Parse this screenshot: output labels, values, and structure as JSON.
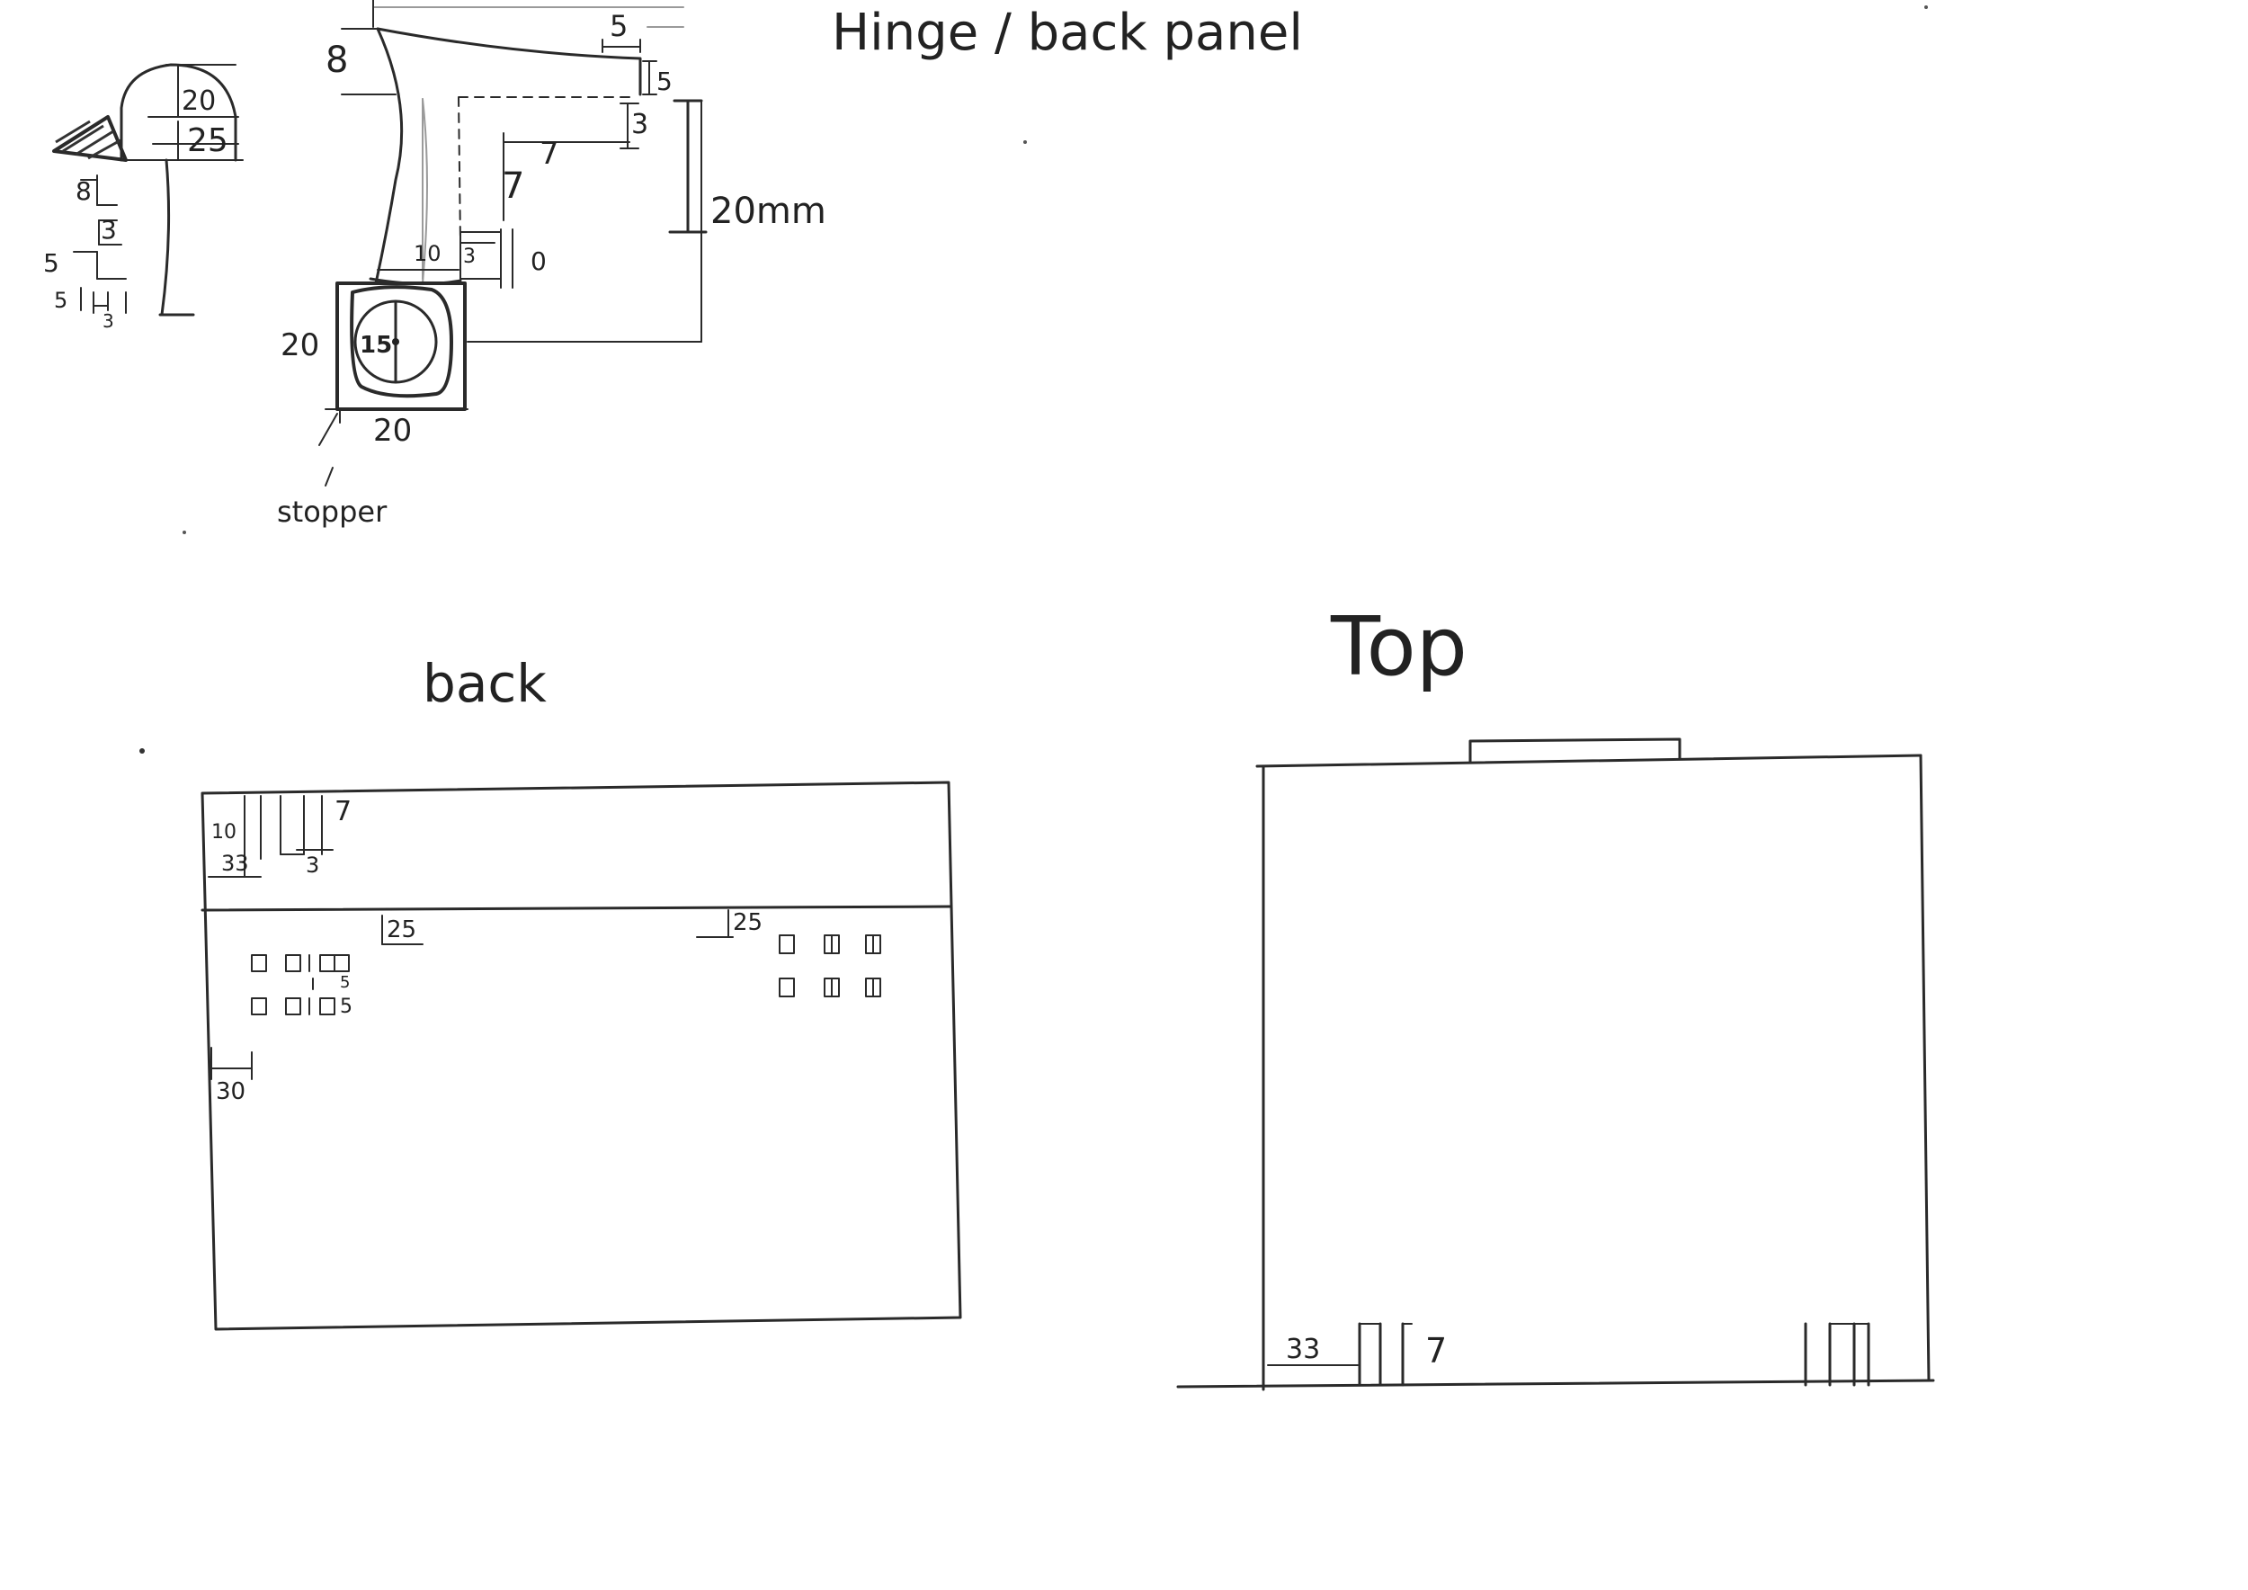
{
  "hinge_section": {
    "title": "Hinge / back panel",
    "dim_top_5": "5",
    "dim_8": "8",
    "dim_right_5": "5",
    "dim_3": "3",
    "dim_7_a": "7",
    "dim_7_b": "7",
    "dim_20mm": "20mm",
    "dim_10": "10",
    "dim_3_small": "3",
    "dim_0": "0",
    "dim_20_left": "20",
    "dim_15": "15",
    "dim_20_bottom": "20",
    "stopper_label": "stopper"
  },
  "profile_section": {
    "dim_20": "20",
    "dim_25": "25",
    "dim_8": "8",
    "dim_3": "3",
    "dim_5_a": "5",
    "dim_5_b": "5",
    "dim_3_bottom": "3"
  },
  "back_section": {
    "title": "back",
    "dim_10": "10",
    "dim_33": "33",
    "dim_7": "7",
    "dim_3": "3",
    "dim_25_left": "25",
    "dim_25_right": "25",
    "dim_5_a": "5",
    "dim_5_b": "5",
    "dim_30": "30"
  },
  "top_section": {
    "title": "Top",
    "dim_33": "33",
    "dim_7": "7"
  }
}
